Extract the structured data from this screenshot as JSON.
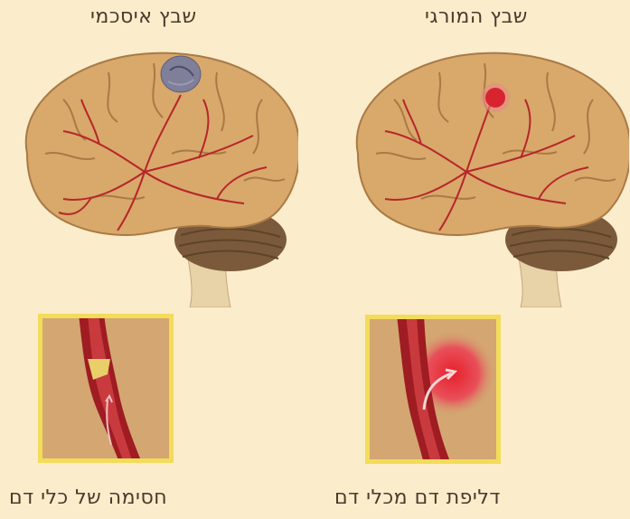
{
  "panels": {
    "ischemic": {
      "title": "שבץ איסכמי",
      "caption": "חסימה של כלי דם"
    },
    "hemorrhagic": {
      "title": "שבץ המורגי",
      "caption": "דליפת דם מכלי דם"
    }
  },
  "colors": {
    "background": "#fbeccb",
    "brain": "#d9a86b",
    "vessel": "#b5262a",
    "clot": "#7f7f9a",
    "bleed": "#d8242f",
    "inset_border": "#f2dc5a"
  }
}
